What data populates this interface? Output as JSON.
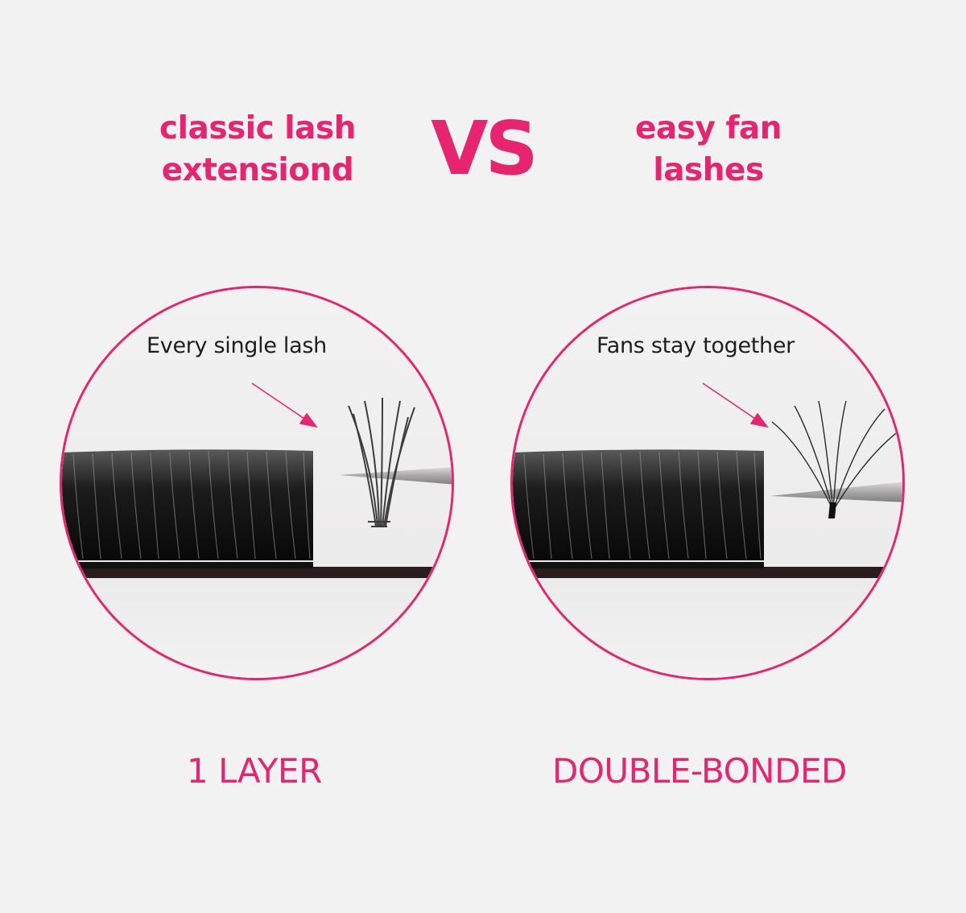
{
  "colors": {
    "accent": "#e6246f",
    "background": "#f3f2f2",
    "text_dark": "#1e1e1e"
  },
  "left_panel": {
    "title_line1": "classic  lash",
    "title_line2": "extensiond",
    "callout": "Every single lash",
    "label": "1 LAYER"
  },
  "vs_text": "VS",
  "right_panel": {
    "title_line1": "easy fan",
    "title_line2": "lashes",
    "callout": "Fans stay together",
    "label": "DOUBLE-BONDED"
  }
}
